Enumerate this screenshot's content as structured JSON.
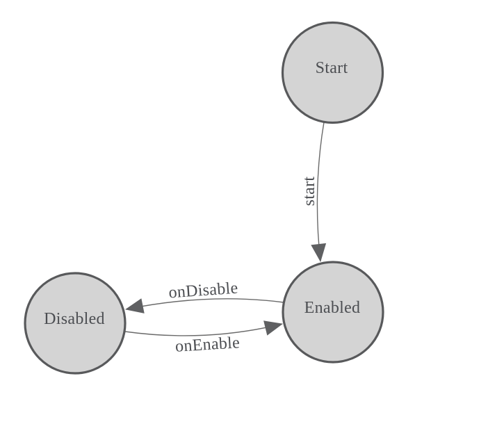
{
  "diagram": {
    "type": "state-machine",
    "nodes": [
      {
        "id": "start",
        "label": "Start"
      },
      {
        "id": "enabled",
        "label": "Enabled"
      },
      {
        "id": "disabled",
        "label": "Disabled"
      }
    ],
    "edges": [
      {
        "from": "start",
        "to": "enabled",
        "label": "start"
      },
      {
        "from": "enabled",
        "to": "disabled",
        "label": "onDisable"
      },
      {
        "from": "disabled",
        "to": "enabled",
        "label": "onEnable"
      }
    ]
  },
  "colors": {
    "background": "#ffffff",
    "node_fill": "#d4d4d4",
    "node_border": "#58595b",
    "edge_line": "#6a6a6a",
    "arrowhead": "#5f6062",
    "text": "#4c4e52"
  }
}
